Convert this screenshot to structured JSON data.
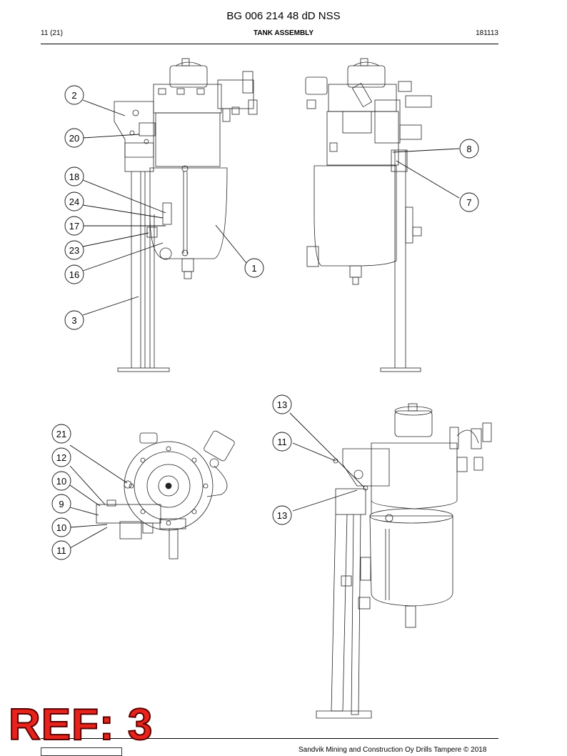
{
  "header": {
    "doc_number": "BG 006 214 48 dD NSS",
    "page": "11 (21)",
    "title": "TANK ASSEMBLY",
    "date_code": "181113"
  },
  "callouts": {
    "c2": "2",
    "c20": "20",
    "c18": "18",
    "c24": "24",
    "c17": "17",
    "c23": "23",
    "c16": "16",
    "c3": "3",
    "c1": "1",
    "c8": "8",
    "c7": "7",
    "c21": "21",
    "c12": "12",
    "c10a": "10",
    "c9": "9",
    "c10b": "10",
    "c11a": "11",
    "c13a": "13",
    "c11b": "11",
    "c13b": "13"
  },
  "stamp": {
    "text": "REF: 3",
    "color": "#e8231c"
  },
  "footer": {
    "text": "Sandvik Mining and Construction Oy Drills Tampere © 2018"
  }
}
